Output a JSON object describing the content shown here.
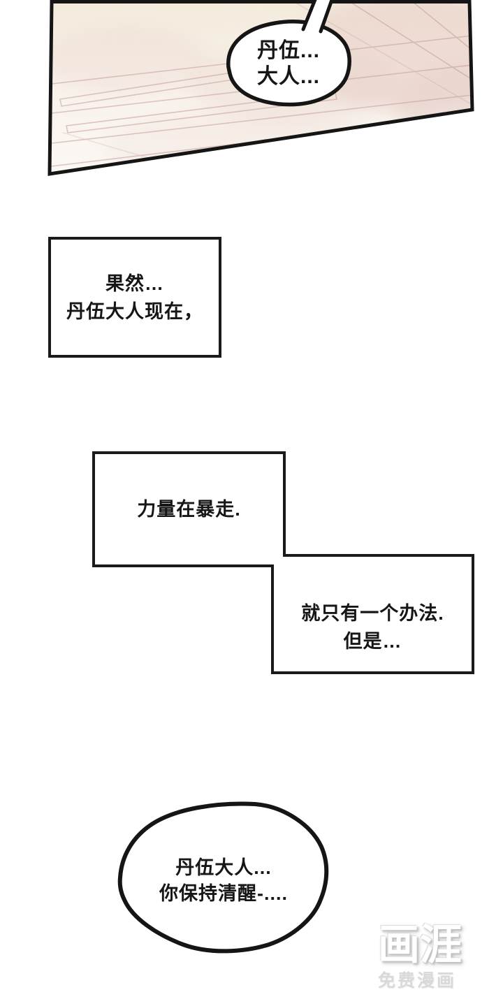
{
  "colors": {
    "page_bg": "#ffffff",
    "ink": "#151515",
    "floor_top": "#f4ecdc",
    "floor_mid": "#f9f4ec",
    "floor_bottom": "#fdfbf8",
    "pink_patch": "#e8d0c9",
    "tile_line": "#bf9893",
    "watermark_logo": "#ffffff",
    "watermark_tagline": "#d9d9d9"
  },
  "panel1": {
    "bubble": {
      "line1": "丹伍...",
      "line2": "大人..."
    }
  },
  "captions": {
    "box1": {
      "line1": "果然…",
      "line2": "丹伍大人现在，"
    },
    "box2": {
      "line1": "力量在暴走."
    },
    "box3": {
      "line1": "就只有一个办法.",
      "line2": "但是…"
    }
  },
  "bubble2": {
    "line1": "丹伍大人...",
    "line2": "你保持清醒-...."
  },
  "watermark": {
    "logo": "画涯",
    "tagline": "免费漫画"
  }
}
